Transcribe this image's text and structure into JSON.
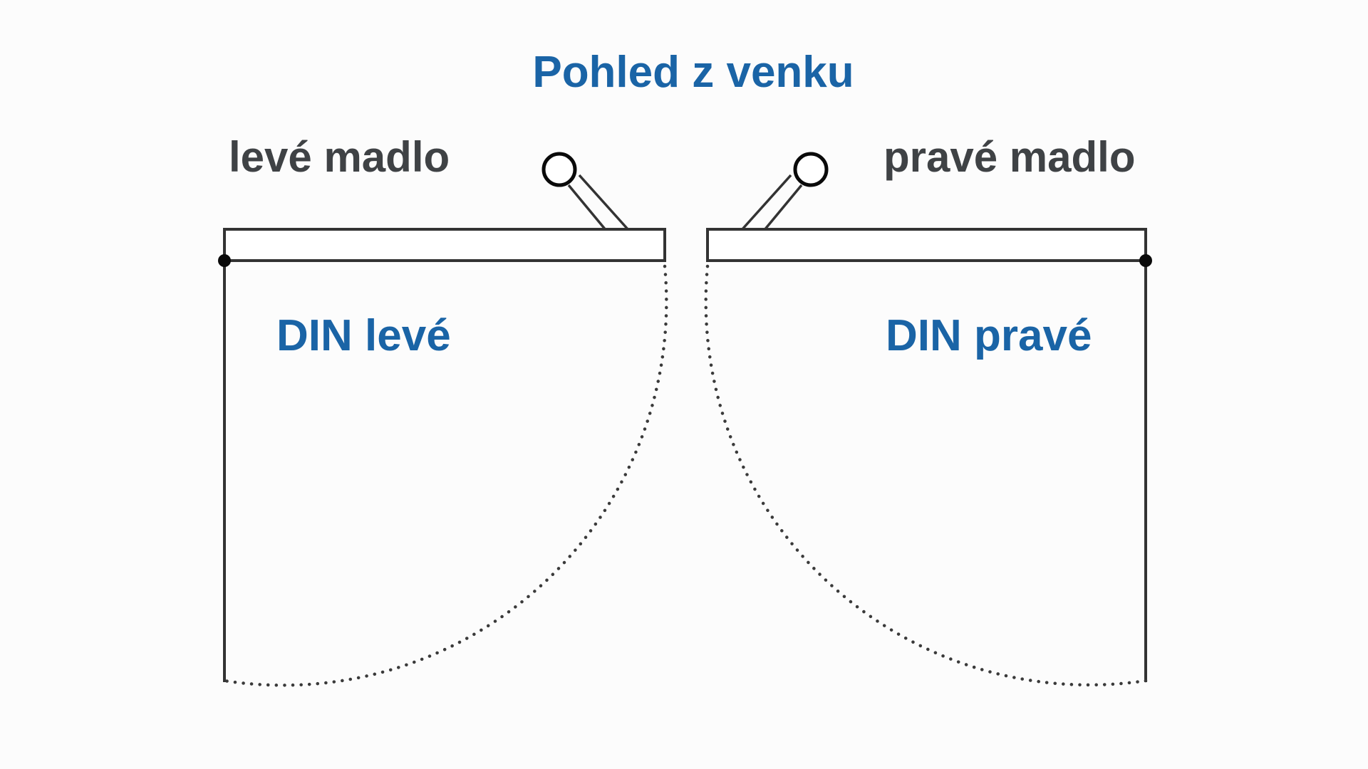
{
  "title": "Pohled z venku",
  "colors": {
    "accent_blue": "#1a64a6",
    "label_gray": "#3f4245",
    "line_color": "#333333",
    "arc_color": "#3a3a3a",
    "dot_color": "#0a0a0a",
    "background": "#fcfcfc"
  },
  "doors": {
    "left": {
      "handle_label": "levé madlo",
      "din_label": "DIN levé",
      "hinge_side": "left"
    },
    "right": {
      "handle_label": "pravé madlo",
      "din_label": "DIN pravé",
      "hinge_side": "right"
    }
  }
}
